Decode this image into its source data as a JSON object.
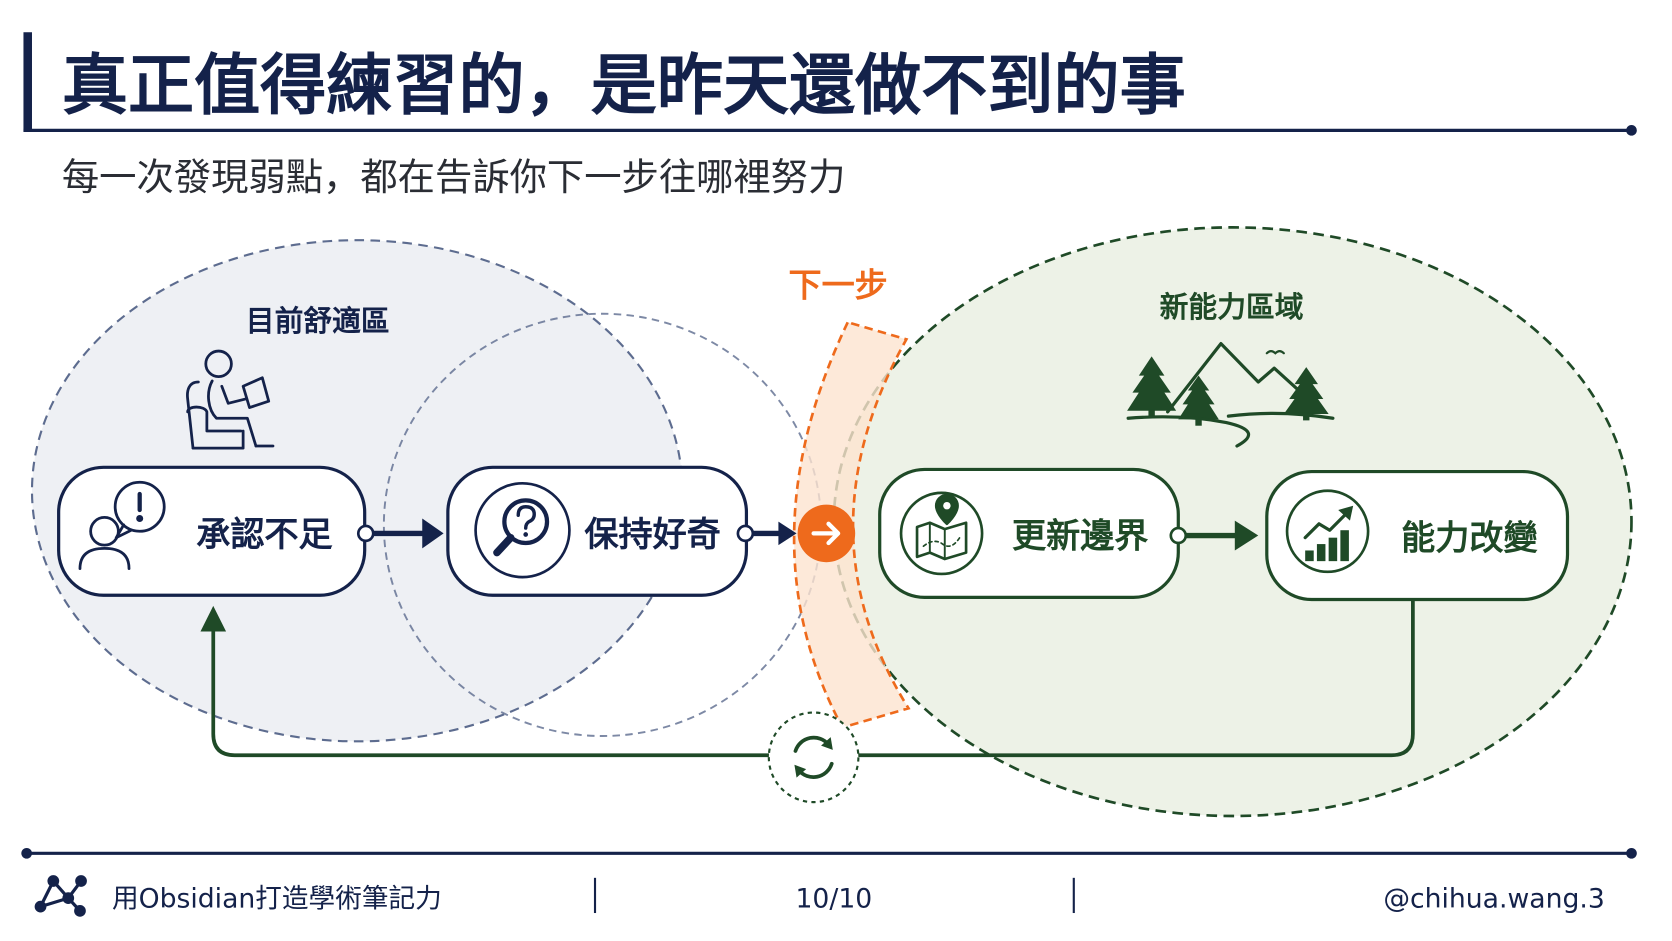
{
  "slide": {
    "title": "真正值得練習的，是昨天還做不到的事",
    "subtitle": "每一次發現弱點，都在告訴你下一步往哪裡努力"
  },
  "zones": {
    "comfort": {
      "label": "目前舒適區",
      "icon": "person-reading-icon"
    },
    "next": {
      "label": "下一步",
      "icon": "arrow-right-icon"
    },
    "new": {
      "label": "新能力區域",
      "icon": "mountain-trees-icon"
    }
  },
  "steps": [
    {
      "label": "承認不足",
      "icon": "person-exclamation-icon"
    },
    {
      "label": "保持好奇",
      "icon": "magnifier-question-icon"
    },
    {
      "label": "更新邊界",
      "icon": "map-pin-icon"
    },
    {
      "label": "能力改變",
      "icon": "growth-chart-icon"
    }
  ],
  "loop": {
    "icon": "cycle-arrows-icon"
  },
  "footer": {
    "logo_icon": "graph-nodes-icon",
    "course": "用Obsidian打造學術筆記力",
    "page": "10/10",
    "handle": "@chihua.wang.3"
  },
  "colors": {
    "navy": "#14224a",
    "navy_soft": "#5d6c8f",
    "green": "#1f4a27",
    "orange": "#ee6a1c",
    "comfort_fill": "#eef0f4",
    "new_fill": "#edf2e7",
    "band_fill": "#fde3cf",
    "ink": "#2a2d34"
  }
}
